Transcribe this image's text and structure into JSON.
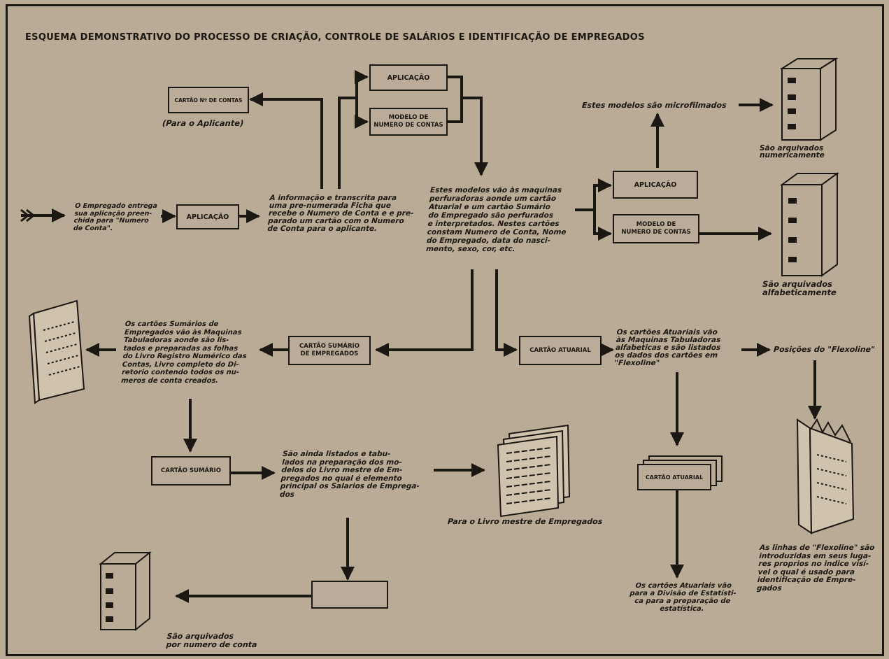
{
  "title": "ESQUEMA DEMONSTRATIVO DO PROCESSO DE CRIAÇÃO, CONTROLE DE SALÁRIOS E IDENTIFICAÇÃO DE EMPREGADOS",
  "boxes": {
    "cartao_contas": "CARTÃO Nº DE CONTAS",
    "aplicacao_top": "APLICAÇÃO",
    "modelo_top": "MODELO DE\nNUMERO DE CONTAS",
    "aplicacao_left": "APLICAÇÃO",
    "aplicacao_right": "APLICAÇÃO",
    "modelo_right": "MODELO DE\nNUMERO DE CONTAS",
    "cartao_sumario_empregados": "CARTÃO SUMÁRIO\nDE EMPREGADOS",
    "cartao_atuarial": "CARTÃO ATUARIAL",
    "cartao_sumario": "CARTÃO SUMÁRIO",
    "cartao_atuarial_stack": "CARTÃO ATUARIAL",
    "empty_box": ""
  },
  "texts": {
    "para_aplicante": "(Para o Aplicante)",
    "empregado_entrega": "O Empregado entrega\nsua aplicação preen-\nchida para \"Numero\nde Conta\".",
    "informacao_transcrita": "A informação e transcrita para\numa pre-numerada Ficha que\nrecebe o Numero de Conta e e pre-\nparado um cartão com o Numero\nde Conta para o aplicante.",
    "modelos_maquinas": "Estes modelos vão às maquinas\nperfuradoras aonde um cartão\nAtuarial e um cartão Sumário\ndo Empregado são perfurados\ne interpretados. Nestes cartões\nconstam Numero de Conta, Nome\ndo Empregado, data do nasci-\nmento, sexo, cor, etc.",
    "microfilmados": "Estes modelos são microfilmados",
    "arquivados_numericamente": "São arquivados\nnumericamente",
    "arquivados_alfabeticamente": "São arquivados\nalfabeticamente",
    "cartoes_sumarios": "Os cartões Sumários de\nEmpregados vão às Maquinas\nTabuladoras aonde são lis-\ntados e preparadas as folhas\ndo Livro Registro Numérico das\nContas, Livro completo do Di-\nretorio contendo todos os nu-\nmeros de conta creados.",
    "cartoes_atuariais_flexoline": "Os cartões Atuariais vão\nàs Maquinas Tabuladoras\nalfabeticas e são listados\nos dados dos cartões em\n\"Flexoline\"",
    "posicoes_flexoline": "Posições do \"Flexoline\"",
    "ainda_listados": "São ainda listados e tabu-\nlados na preparação dos mo-\ndelos do Livro mestre de Em-\npregados no qual é elemento\nprincipal os Salarios de Emprega-\ndos",
    "livro_mestre": "Para o Livro mestre de Empregados",
    "linhas_flexoline": "As linhas de \"Flexoline\" são\nintroduzidas em seus luga-\nres proprios no indice visí-\nvel o qual é usado para\nidentificação de Empre-\ngados",
    "cartoes_atuariais_estatistica": "Os cartões Atuariais vão\npara a Divisão de Estatísti-\nca para a preparação de\nestatística.",
    "arquivados_conta": "São arquivados\npor numero de conta"
  }
}
